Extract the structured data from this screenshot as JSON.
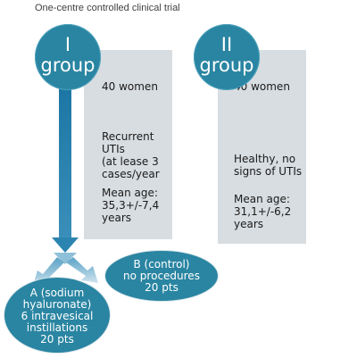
{
  "title": "One-centre controlled clinical trial",
  "groups": [
    {
      "roman": "I",
      "word": "group",
      "women": "40 women",
      "condition": "Recurrent UTIs\n(at lease 3\ncases/year",
      "age": "Mean age:\n35,3+/-7,4\nyears"
    },
    {
      "roman": "II",
      "word": "group",
      "women": "40 women",
      "condition": "Healthy, no\nsigns of UTIs",
      "age": "Mean age:\n31,1+/-6,2\nyears"
    }
  ],
  "arms": {
    "a": "A (sodium\nhyaluronate)\n6 intravesical\ninstillations\n20 pts",
    "b": "B (control)\nno procedures\n20 pts"
  },
  "colors": {
    "circle": "#2a85a2",
    "panel": "#d8dde1",
    "arrow_top": "#1c76a4",
    "arrow_bottom": "#cfe4ee"
  }
}
